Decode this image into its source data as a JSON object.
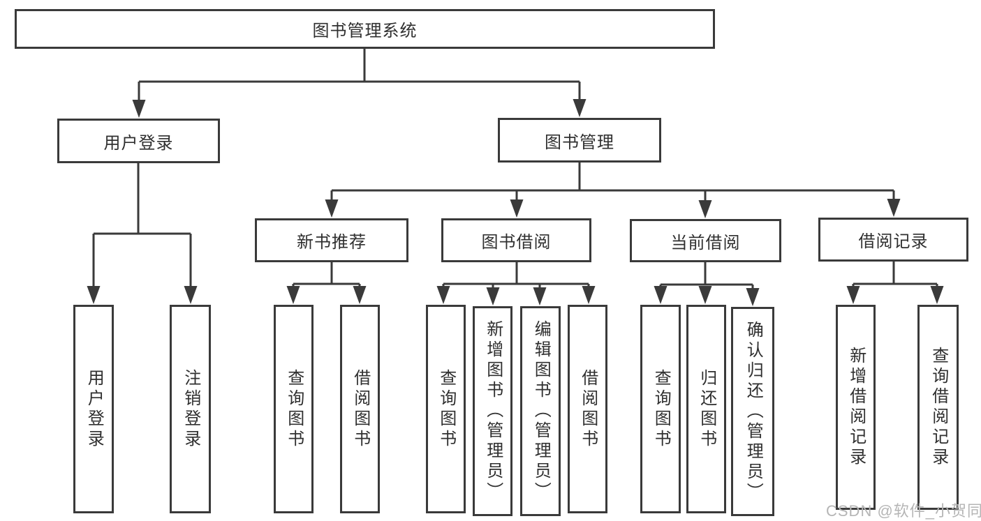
{
  "tree": {
    "label": "图书管理系统",
    "children": [
      {
        "label": "用户登录",
        "children": [
          {
            "label": "用户登录"
          },
          {
            "label": "注销登录"
          }
        ]
      },
      {
        "label": "图书管理",
        "children": [
          {
            "label": "新书推荐",
            "children": [
              {
                "label": "查询图书"
              },
              {
                "label": "借阅图书"
              }
            ]
          },
          {
            "label": "图书借阅",
            "children": [
              {
                "label": "查询图书"
              },
              {
                "label": "新增图书（管理员）"
              },
              {
                "label": "编辑图书（管理员）"
              },
              {
                "label": "借阅图书"
              }
            ]
          },
          {
            "label": "当前借阅",
            "children": [
              {
                "label": "查询图书"
              },
              {
                "label": "归还图书"
              },
              {
                "label": "确认归还（管理员）"
              }
            ]
          },
          {
            "label": "借阅记录",
            "children": [
              {
                "label": "新增借阅记录"
              },
              {
                "label": "查询借阅记录"
              }
            ]
          }
        ]
      }
    ]
  },
  "watermark": {
    "text": "CSDN @软件_小贺同学"
  },
  "colors": {
    "line": "#3a3a3a",
    "text": "#2f2f2f",
    "watermark": "#b5b5b5",
    "bg": "#ffffff"
  }
}
